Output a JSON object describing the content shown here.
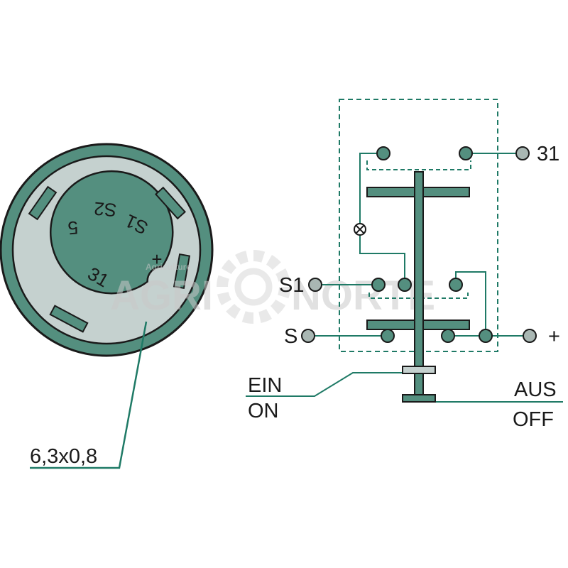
{
  "connector": {
    "terminals": {
      "t5": "5",
      "s2": "S2",
      "s1": "S1",
      "plus": "+",
      "t31": "31"
    },
    "dimension": "6,3x0,8"
  },
  "schematic": {
    "terminal_31": "31",
    "terminal_s1": "S1",
    "terminal_s": "S",
    "terminal_plus": "+",
    "on_de": "EIN",
    "on_en": "ON",
    "off_de": "AUS",
    "off_en": "OFF"
  },
  "watermark": {
    "left": "AGRI",
    "right": "NORTE",
    "small": "Agriculture"
  },
  "colors": {
    "outline": "#1a1a1a",
    "body": "#548f7f",
    "plate": "#c5d1cf",
    "line": "#1f7a66",
    "node": "#a9b7b3"
  }
}
